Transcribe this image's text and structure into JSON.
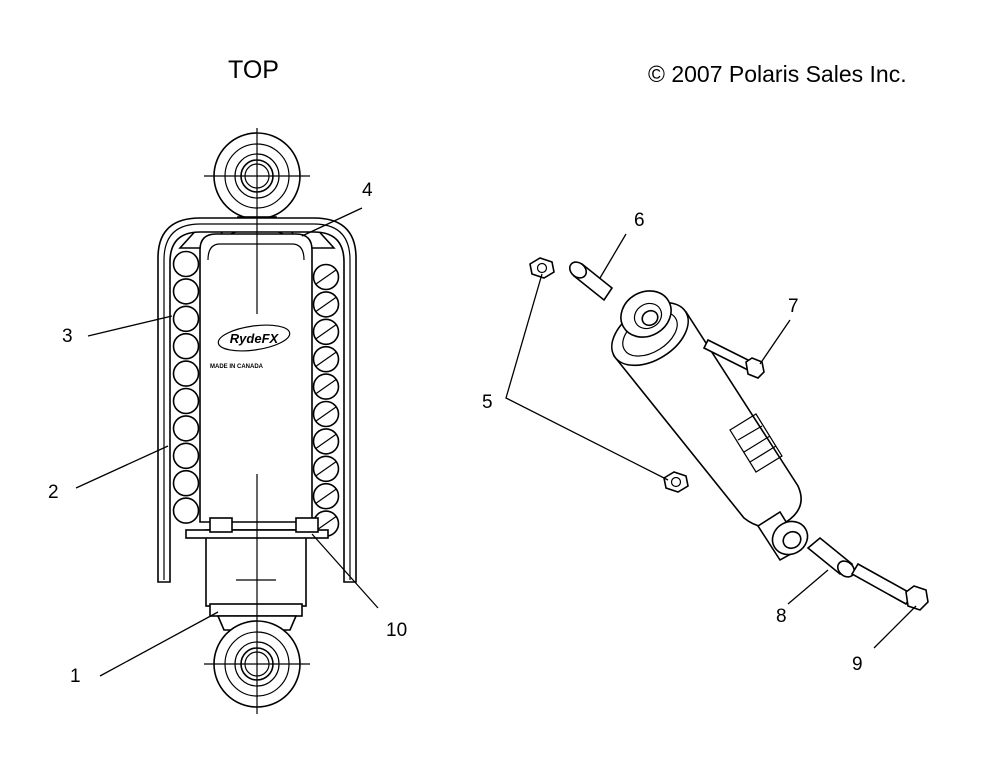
{
  "view_label": "TOP",
  "copyright": "© 2007 Polaris Sales Inc.",
  "shock_label": {
    "brand_text": "RydeFX",
    "made_in_text": "MADE IN CANADA"
  },
  "callouts": [
    {
      "id": "1",
      "label": "1",
      "part": "shock-body"
    },
    {
      "id": "2",
      "label": "2",
      "part": "spring-cover"
    },
    {
      "id": "3",
      "label": "3",
      "part": "spring"
    },
    {
      "id": "4",
      "label": "4",
      "part": "upper-spring-retainer"
    },
    {
      "id": "5",
      "label": "5",
      "part": "nut"
    },
    {
      "id": "6",
      "label": "6",
      "part": "upper-bushing"
    },
    {
      "id": "7",
      "label": "7",
      "part": "upper-bolt"
    },
    {
      "id": "8",
      "label": "8",
      "part": "lower-bushing"
    },
    {
      "id": "9",
      "label": "9",
      "part": "lower-bolt"
    },
    {
      "id": "10",
      "label": "10",
      "part": "lower-spring-retainer"
    }
  ]
}
